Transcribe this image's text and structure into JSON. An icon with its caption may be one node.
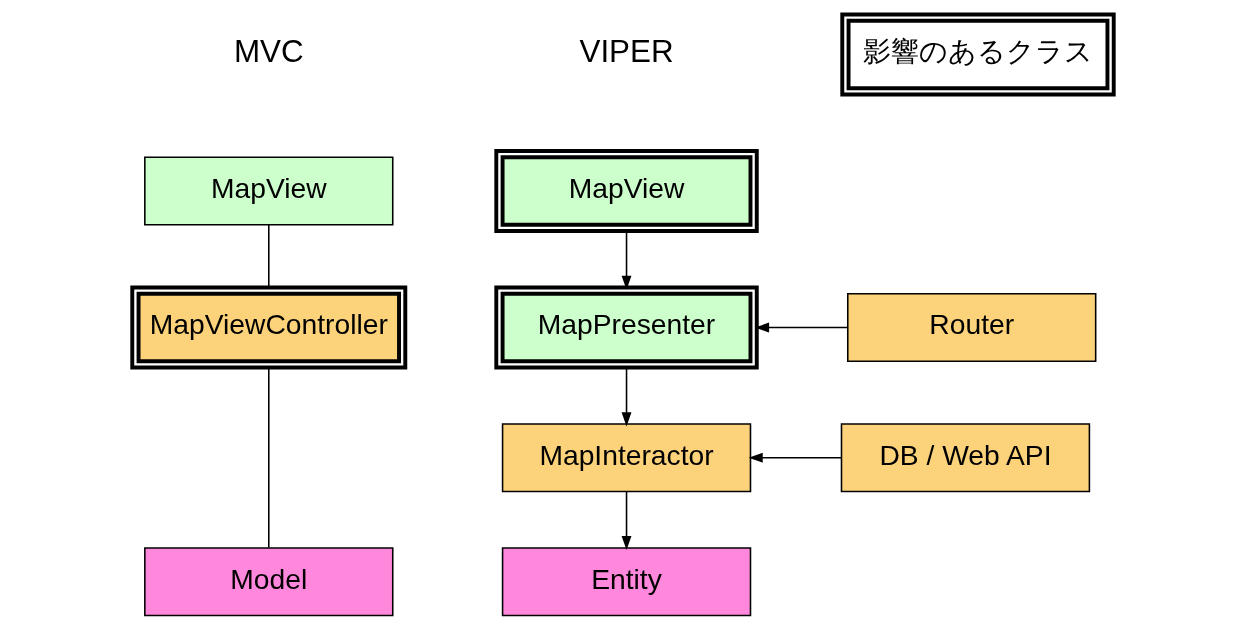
{
  "diagram": {
    "nodes": [
      {
        "text": [
          "MapView"
        ]
      },
      {
        "text": [
          "MapViewController"
        ]
      },
      {
        "text": [
          "Model"
        ]
      },
      {
        "text": [
          "MapView"
        ]
      },
      {
        "text": [
          "MapPresenter"
        ]
      },
      {
        "text": [
          "Router"
        ]
      },
      {
        "text": [
          "MapInteractor"
        ]
      },
      {
        "text": [
          "DB / Web API"
        ]
      },
      {
        "text": [
          "Entity"
        ]
      },
      {
        "text": [
          "影響のあるクラス"
        ]
      }
    ],
    "edges": [
      {
        "from": 0,
        "to": 1,
        "arrow": "none"
      },
      {
        "from": 1,
        "to": 2,
        "arrow": "none"
      },
      {
        "from": 3,
        "to": 4,
        "arrow": "to"
      },
      {
        "from": 5,
        "to": 4,
        "arrow": "to"
      },
      {
        "from": 4,
        "to": 6,
        "arrow": "to"
      },
      {
        "from": 7,
        "to": 6,
        "arrow": "to"
      },
      {
        "from": 6,
        "to": 8,
        "arrow": "to"
      }
    ],
    "labels": [
      "MVC",
      "VIPER"
    ]
  }
}
